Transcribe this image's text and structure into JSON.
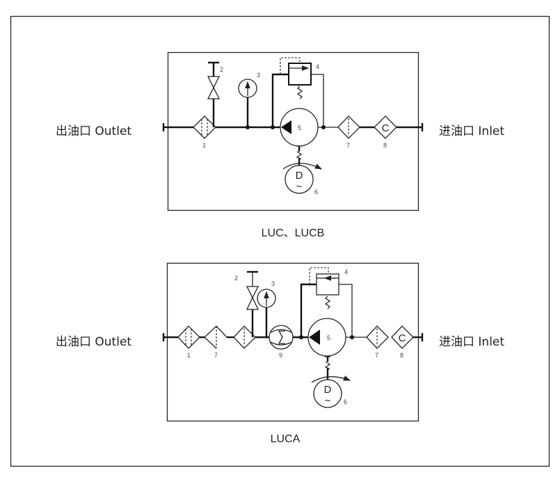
{
  "diagrams": [
    {
      "caption": "LUC、LUCB",
      "outlet_label": "出油口 Outlet",
      "inlet_label": "进油口 Inlet",
      "components": {
        "filter_1": "1",
        "valve_2": "2",
        "gauge_3": "3",
        "relief_valve_4": "4",
        "pump_5": "5",
        "motor_6": "6",
        "filter_7": "7",
        "cooler_8": "8"
      },
      "motor_letter": "D",
      "motor_symbol": "~",
      "cooler_letter": "C"
    },
    {
      "caption": "LUCA",
      "outlet_label": "出油口 Outlet",
      "inlet_label": "进油口 Inlet",
      "components": {
        "filter_1": "1",
        "filter_7a": "7",
        "valve_2": "2",
        "gauge_3": "3",
        "flowmeter_9": "9",
        "relief_valve_4": "4",
        "pump_5": "5",
        "motor_6": "6",
        "filter_7b": "7",
        "cooler_8": "8"
      },
      "motor_letter": "D",
      "motor_symbol": "~",
      "cooler_letter": "C"
    }
  ]
}
